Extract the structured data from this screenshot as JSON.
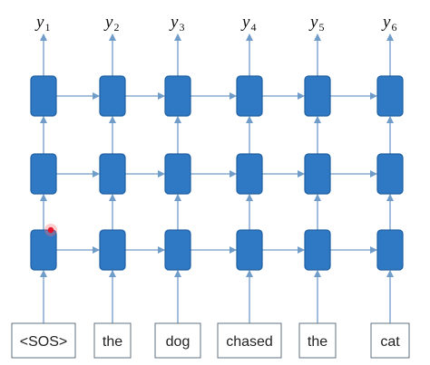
{
  "outputs": [
    {
      "base": "y",
      "sub": "1"
    },
    {
      "base": "y",
      "sub": "2"
    },
    {
      "base": "y",
      "sub": "3"
    },
    {
      "base": "y",
      "sub": "4"
    },
    {
      "base": "y",
      "sub": "5"
    },
    {
      "base": "y",
      "sub": "6"
    }
  ],
  "inputs": [
    "<SOS>",
    "the",
    "dog",
    "chased",
    "the",
    "cat"
  ],
  "layers": 3,
  "colors": {
    "cell": "#2f78c4",
    "cell_border": "#1d5e9f",
    "arrow": "#6f9cc8",
    "input_border": "#5f6f7f",
    "cursor": "#e4142a"
  }
}
